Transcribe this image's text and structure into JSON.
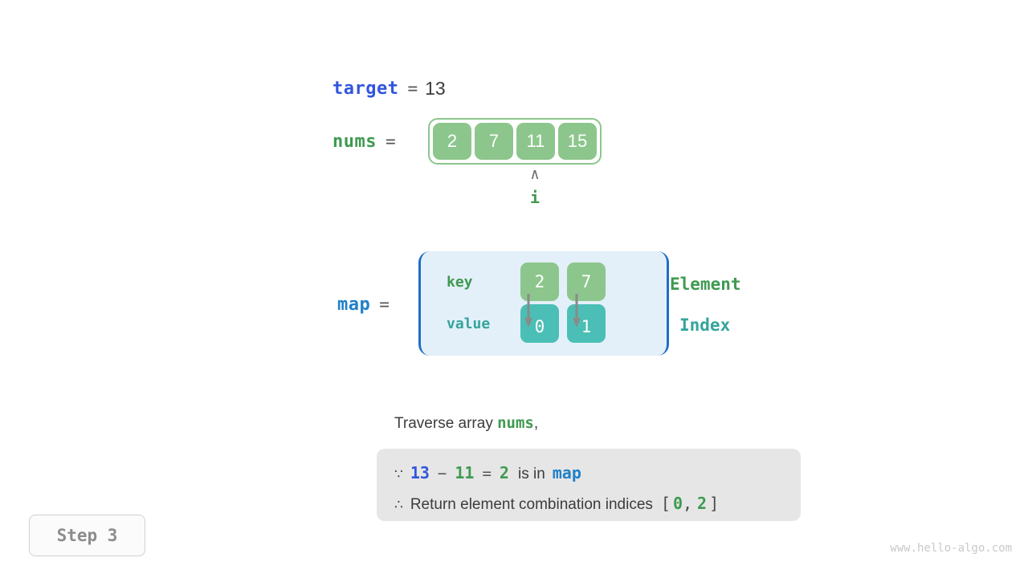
{
  "target": {
    "label": "target",
    "equals": "=",
    "value": "13"
  },
  "nums": {
    "label": "nums",
    "equals": "=",
    "cells": [
      "2",
      "7",
      "11",
      "15"
    ],
    "pointer": {
      "caret": "∧",
      "label": "i",
      "index": 2
    }
  },
  "map": {
    "label": "map",
    "equals": "=",
    "key_label": "key",
    "value_label": "value",
    "keys": [
      "2",
      "7"
    ],
    "values": [
      "0",
      "1"
    ],
    "legend_element": "Element",
    "legend_index": "Index"
  },
  "narrative": {
    "prefix": "Traverse array ",
    "code": "nums",
    "suffix": ","
  },
  "conclusion": {
    "line1": {
      "symbol": "∵",
      "a": "13",
      "minus": "−",
      "b": "11",
      "eq": "=",
      "c": "2",
      "text": "is in",
      "map": "map"
    },
    "line2": {
      "symbol": "∴",
      "text": "Return element combination indices",
      "open": "[",
      "i0": "0",
      "comma": ",",
      "i1": "2",
      "close": "]"
    }
  },
  "step_badge": "Step 3",
  "watermark": "www.hello-algo.com",
  "colors": {
    "blue": "#3355dd",
    "light_blue": "#2080c8",
    "green": "#3f9a50",
    "teal": "#35a49c",
    "cell_green": "#8cc68c",
    "cell_teal": "#4bbfb5",
    "map_bg": "#e3f0fa",
    "map_border": "#1f6fc4",
    "conclusion_bg": "#e6e6e6",
    "arrow_grey": "#8a8a8a"
  }
}
